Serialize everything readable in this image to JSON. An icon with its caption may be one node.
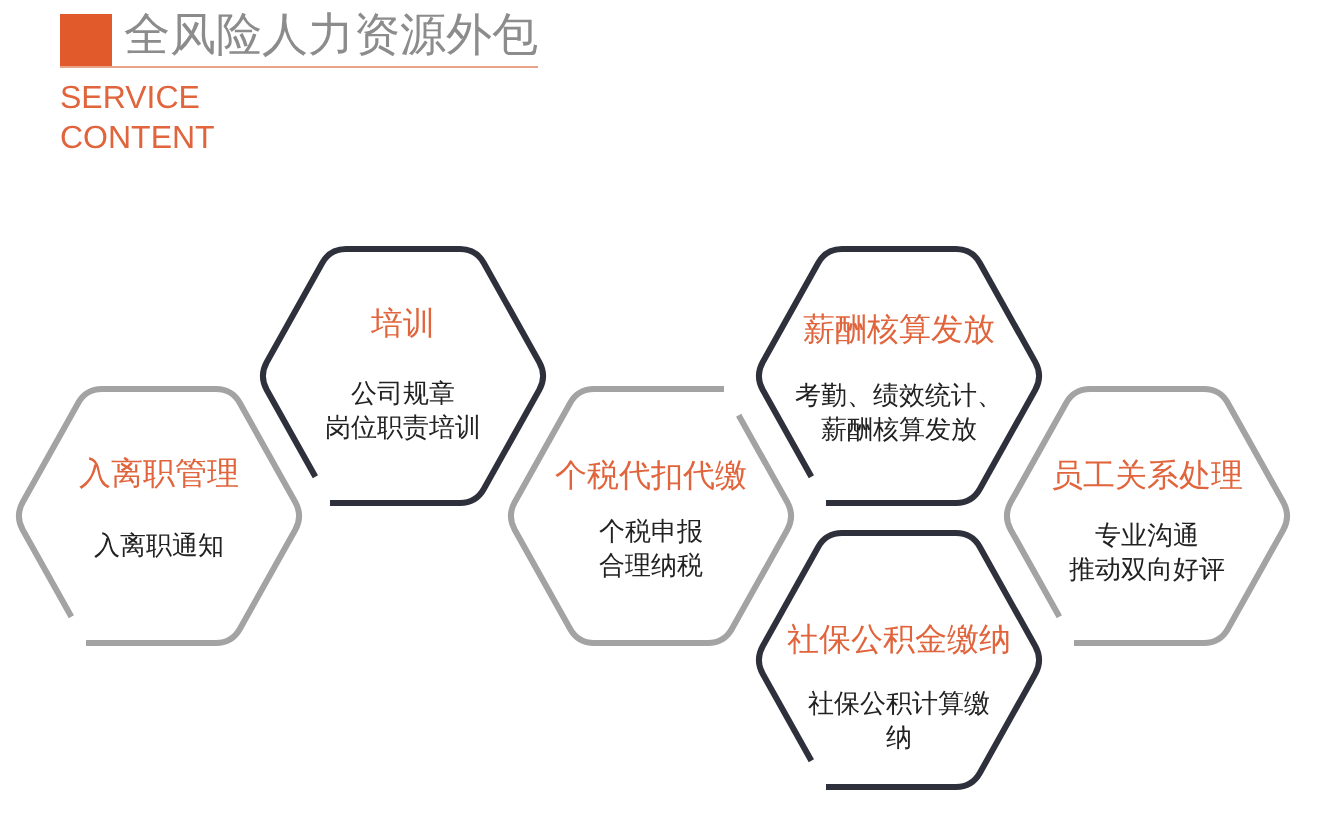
{
  "diagram": {
    "title": "全风险人力资源外包",
    "nodes": [
      {
        "text": [
          "入离职管理",
          "入离职通知"
        ]
      },
      {
        "text": [
          "培训",
          "公司规章",
          "岗位职责培训"
        ]
      },
      {
        "text": [
          "个税代扣代缴",
          "个税申报",
          "合理纳税"
        ]
      },
      {
        "text": [
          "薪酬核算发放",
          "考勤、绩效统计、薪酬核算发放"
        ]
      },
      {
        "text": [
          "社保公积金缴纳",
          "社保公积计算缴纳"
        ]
      },
      {
        "text": [
          "员工关系处理",
          "专业沟通",
          "推动双向好评"
        ]
      }
    ],
    "labels": [
      "SERVICE CONTENT"
    ]
  }
}
